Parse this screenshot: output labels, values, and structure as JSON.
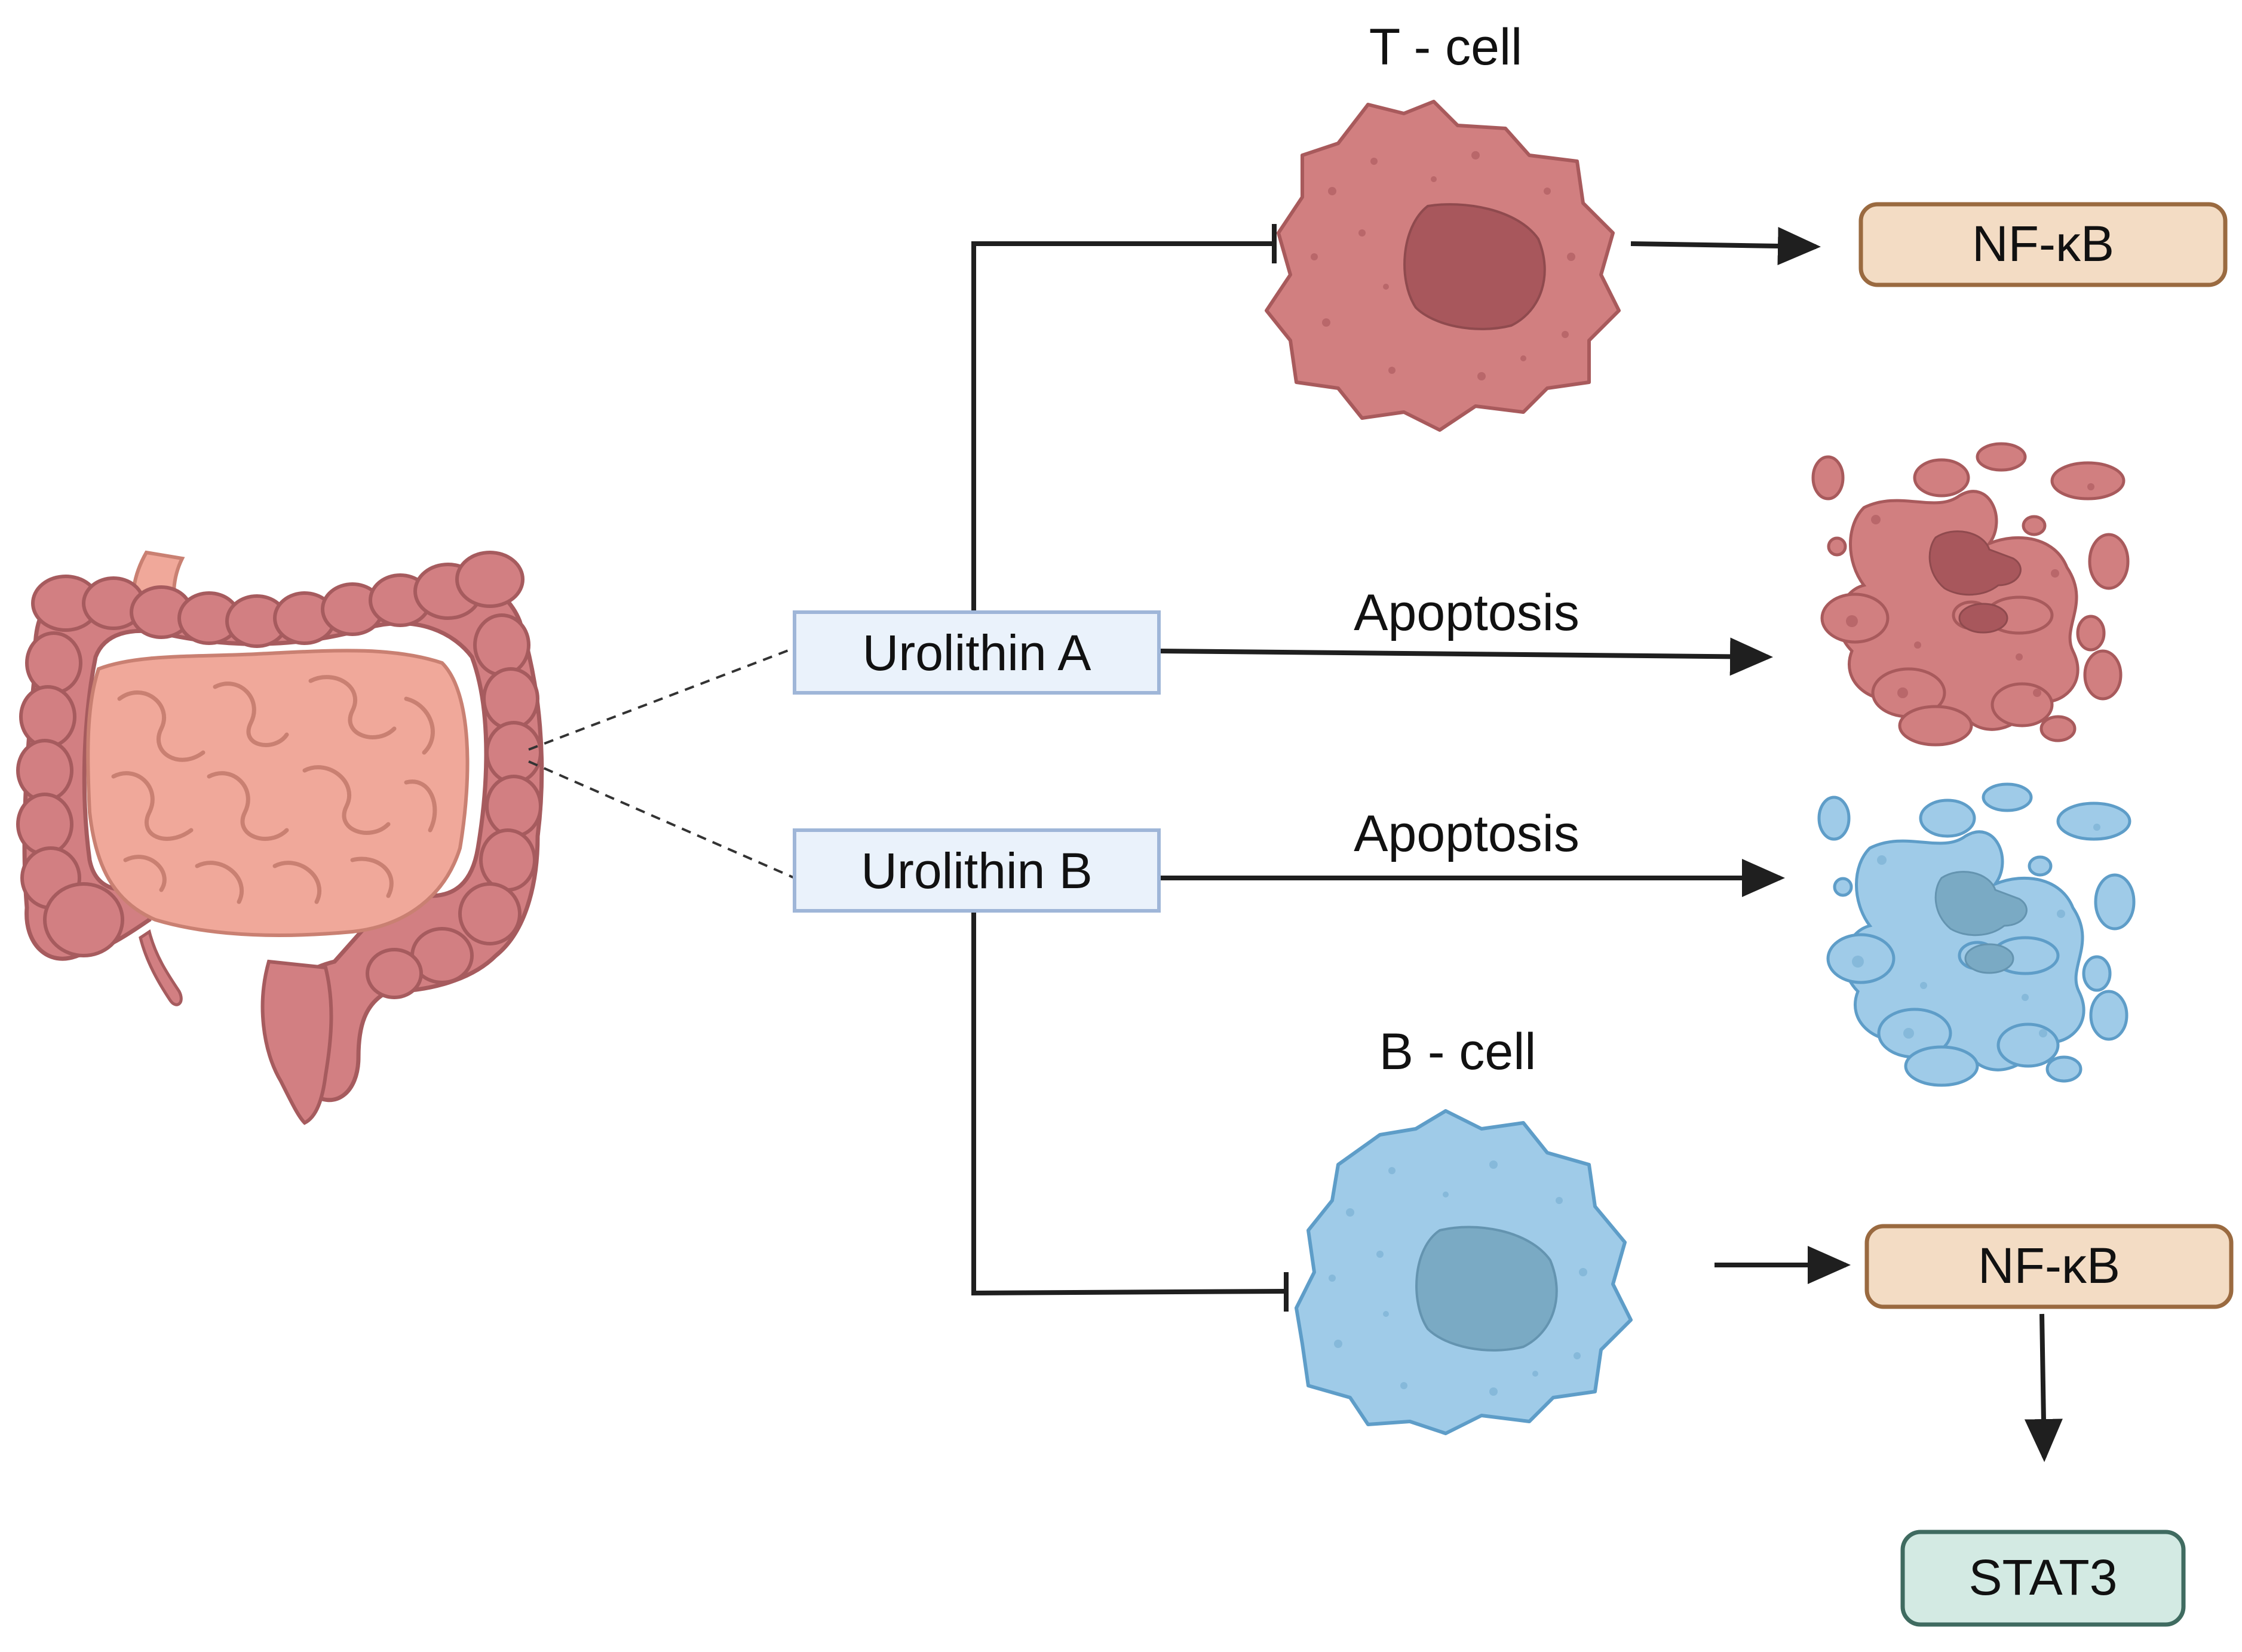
{
  "labels": {
    "t_cell": "T - cell",
    "b_cell": "B - cell",
    "apoptosis_a": "Apoptosis",
    "apoptosis_b": "Apoptosis"
  },
  "boxes": {
    "urolithin_a": "Urolithin A",
    "urolithin_b": "Urolithin B",
    "nfkb_top": "NF-κB",
    "nfkb_bottom": "NF-κB",
    "stat3": "STAT3"
  },
  "colors": {
    "t_cell_fill": "#d17f80",
    "t_cell_stroke": "#a85a5c",
    "t_nucleus": "#a8575c",
    "b_cell_fill": "#9fcbe8",
    "b_cell_stroke": "#5e9dc8",
    "b_nucleus": "#7aaac4",
    "urolithin_box_fill": "#eaf2fb",
    "urolithin_box_stroke": "#9fb6d8",
    "nfkb_fill": "#f3dcc4",
    "nfkb_stroke": "#9a6a40",
    "stat3_fill": "#d3eae3",
    "stat3_stroke": "#3f6b60",
    "intestine_large": "#d27f82",
    "intestine_small": "#f0a89a",
    "line": "#1f1f1f"
  }
}
